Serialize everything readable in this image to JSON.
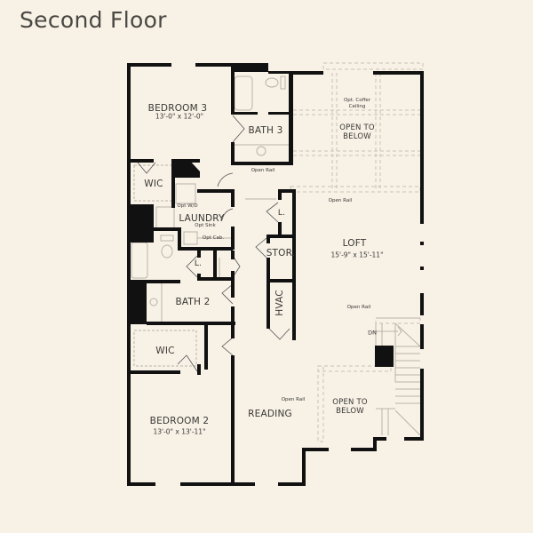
{
  "header": {
    "title": "Second Floor"
  },
  "colors": {
    "background": "#f7f1e6",
    "wall": "#111111",
    "fixture_line": "#b8b2a8",
    "text": "#3a3835"
  },
  "rooms": {
    "bedroom3": {
      "name": "BEDROOM 3",
      "size": "13'-0\" x 12'-0\""
    },
    "bath3": {
      "name": "BATH 3"
    },
    "open_below_top": {
      "name_line1": "OPEN TO",
      "name_line2": "BELOW",
      "note_line1": "Opt. Coffer",
      "note_line2": "Ceiling"
    },
    "wic_top": {
      "name": "WIC"
    },
    "laundry": {
      "name": "LAUNDRY",
      "note_wd": "Opt W/D",
      "note_sink": "Opt Sink",
      "note_cab": "Opt Cab."
    },
    "linen_left": {
      "name": "L."
    },
    "linen_right": {
      "name": "L."
    },
    "storage": {
      "name": "STOR."
    },
    "hvac": {
      "name": "HVAC"
    },
    "loft": {
      "name": "LOFT",
      "size": "15'-9\" x 15'-11\""
    },
    "bath2": {
      "name": "BATH 2"
    },
    "wic_bottom": {
      "name": "WIC"
    },
    "bedroom2": {
      "name": "BEDROOM 2",
      "size": "13'-0\" x 13'-11\""
    },
    "reading": {
      "name": "READING"
    },
    "open_below_bottom": {
      "name_line1": "OPEN TO",
      "name_line2": "BELOW"
    }
  },
  "annotations": {
    "open_rail_1": "Open Rail",
    "open_rail_2": "Open Rail",
    "open_rail_3": "Open Rail",
    "open_rail_4": "Open Rail",
    "stairs_dn": "DN"
  }
}
